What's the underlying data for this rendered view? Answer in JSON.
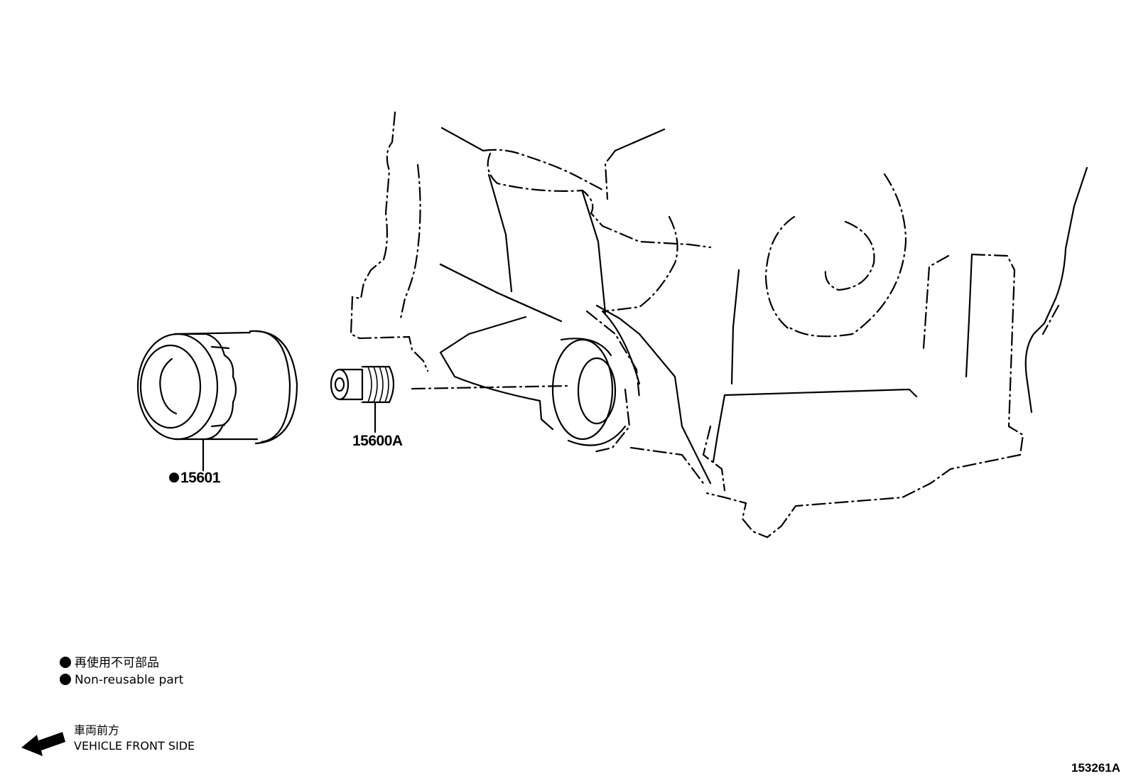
{
  "parts": [
    {
      "callout": "15601",
      "non_reusable": true
    },
    {
      "callout": "15600A",
      "non_reusable": false
    }
  ],
  "legend": {
    "japanese": "再使用不可部品",
    "english": "Non-reusable part"
  },
  "direction": {
    "japanese": "車両前方",
    "english": "VEHICLE FRONT SIDE"
  },
  "illustration_number": "153261A"
}
